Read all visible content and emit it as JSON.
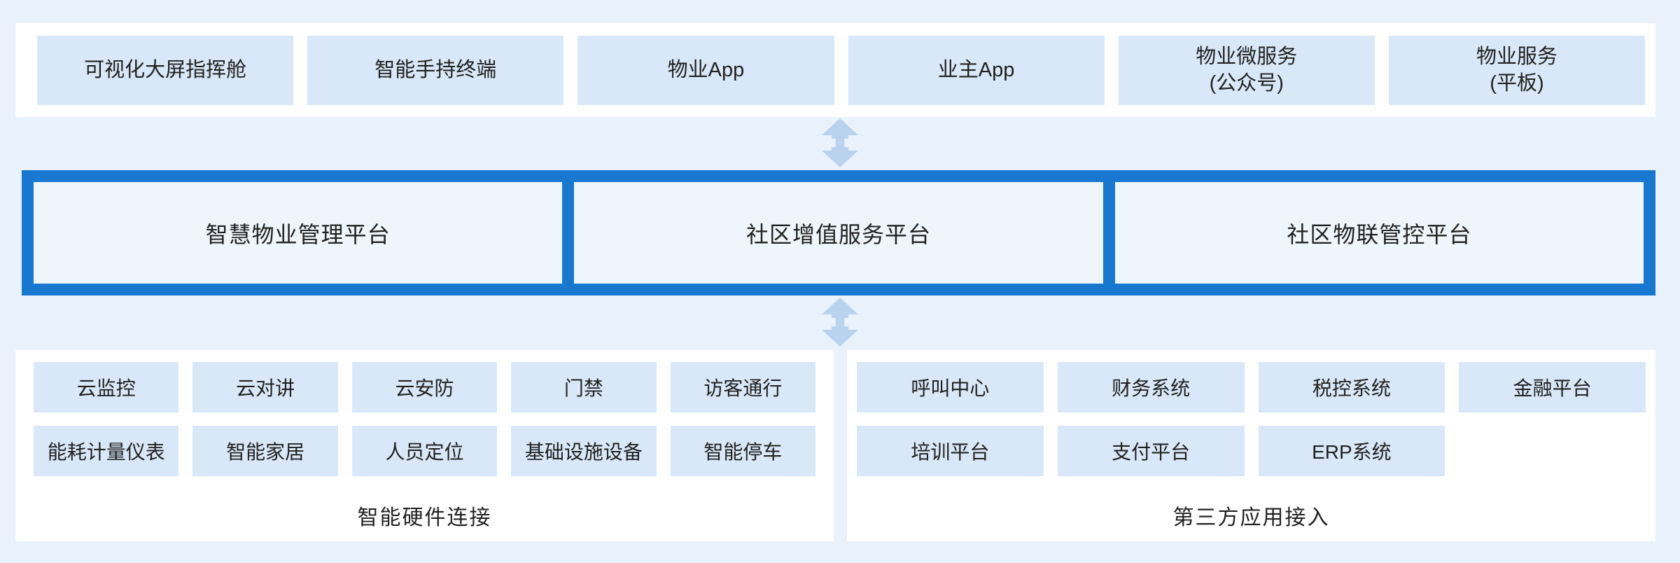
{
  "colors": {
    "page_background": "#e9f1fb",
    "panel_background": "#ffffff",
    "box_fill": "#d9e8f8",
    "platform_band": "#1878d0",
    "platform_box_fill": "#eef5fc",
    "arrow": "#b9d3ee",
    "text": "#212121"
  },
  "terminal_layer": {
    "items": [
      {
        "label": "可视化大屏指挥舱"
      },
      {
        "label": "智能手持终端"
      },
      {
        "label": "物业App"
      },
      {
        "label": "业主App"
      },
      {
        "label": "物业微服务\n(公众号)"
      },
      {
        "label": "物业服务\n(平板)"
      }
    ]
  },
  "platform_layer": {
    "items": [
      {
        "label": "智慧物业管理平台"
      },
      {
        "label": "社区增值服务平台"
      },
      {
        "label": "社区物联管控平台"
      }
    ]
  },
  "hardware_section": {
    "label": "智能硬件连接",
    "row1": [
      {
        "label": "云监控"
      },
      {
        "label": "云对讲"
      },
      {
        "label": "云安防"
      },
      {
        "label": "门禁"
      },
      {
        "label": "访客通行"
      }
    ],
    "row2": [
      {
        "label": "能耗计量仪表"
      },
      {
        "label": "智能家居"
      },
      {
        "label": "人员定位"
      },
      {
        "label": "基础设施设备"
      },
      {
        "label": "智能停车"
      }
    ]
  },
  "thirdparty_section": {
    "label": "第三方应用接入",
    "row1": [
      {
        "label": "呼叫中心"
      },
      {
        "label": "财务系统"
      },
      {
        "label": "税控系统"
      },
      {
        "label": "金融平台"
      }
    ],
    "row2": [
      {
        "label": "培训平台"
      },
      {
        "label": "支付平台"
      },
      {
        "label": "ERP系统"
      }
    ]
  }
}
